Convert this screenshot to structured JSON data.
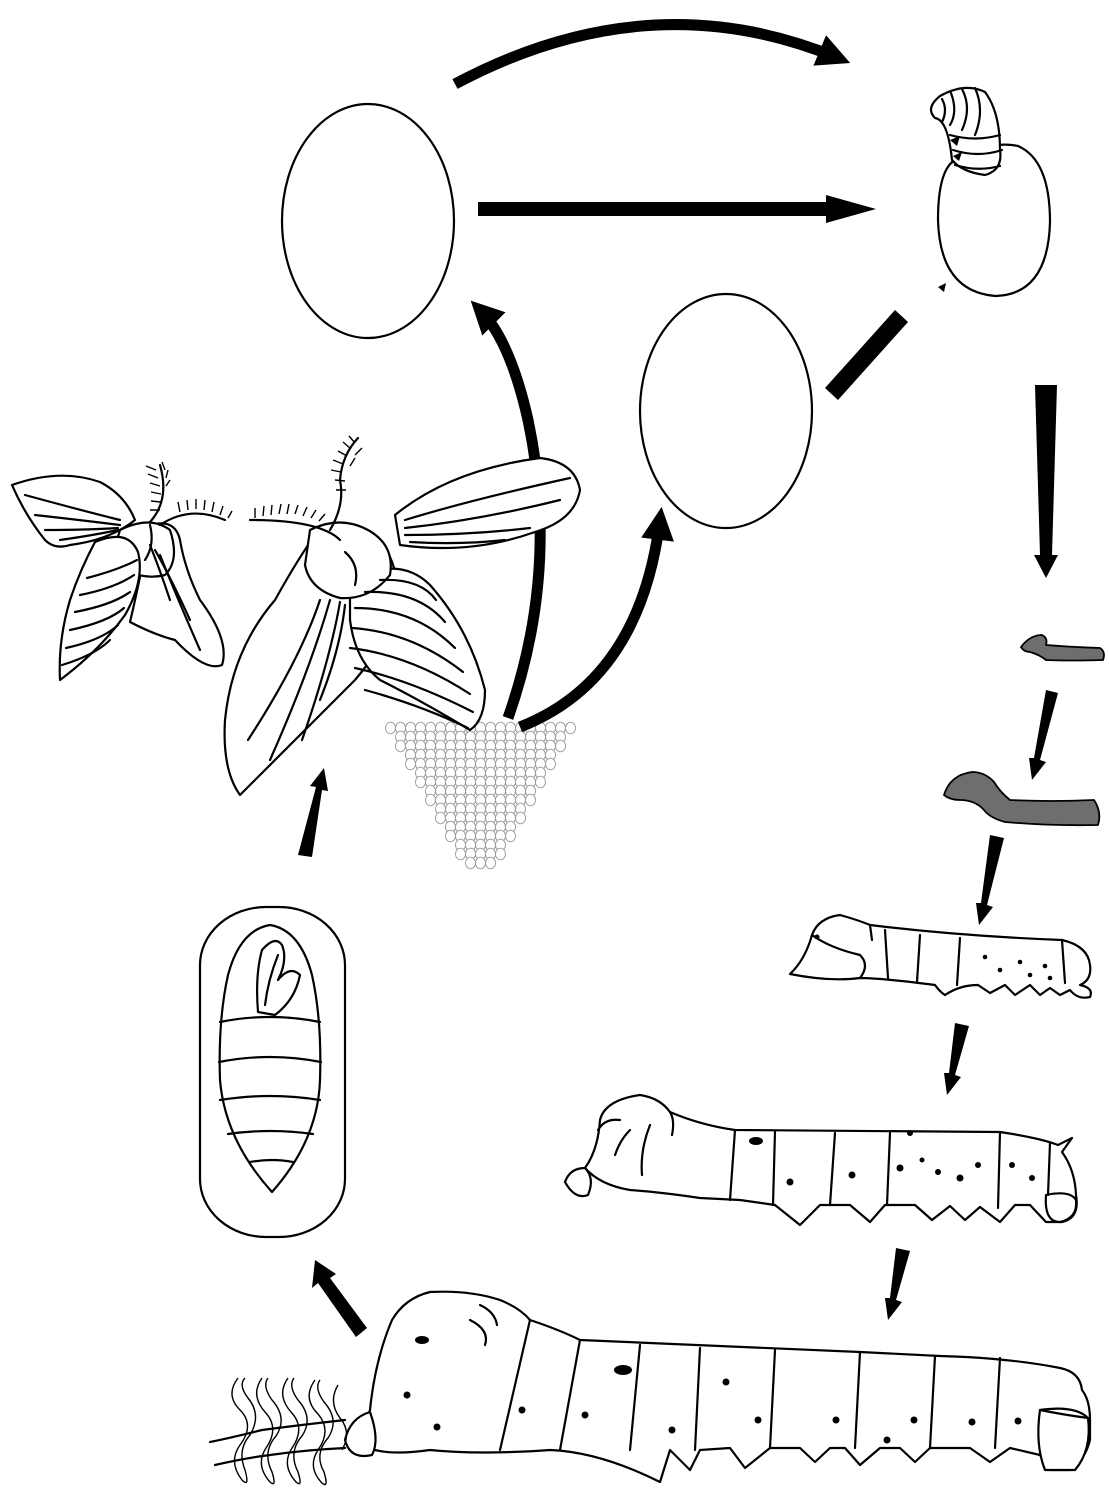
{
  "diagram": {
    "stages": [
      "blank-oval-upper-left",
      "blank-oval-center",
      "hatching-egg",
      "first-instar-larva",
      "second-instar-larva",
      "third-instar-larva",
      "fourth-instar-larva",
      "fifth-instar-larva",
      "silk-cocoon-threads",
      "pupa-in-cocoon",
      "adult-moths",
      "egg-cluster"
    ],
    "colors": {
      "line": "#000000",
      "background": "#ffffff",
      "young_larva_fill": "#6e6e6e",
      "egg_outline": "#9a9a9a"
    }
  }
}
